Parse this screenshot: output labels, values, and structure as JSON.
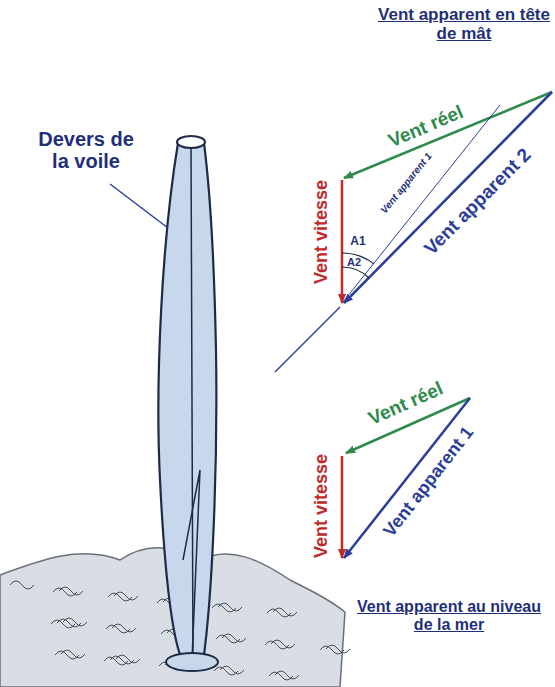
{
  "diagram": {
    "labels": [
      "Vent apparent en tête de mât",
      "Devers de la voile",
      "Vent vitesse",
      "Vent réel",
      "Vent apparent 1",
      "A1",
      "A2",
      "Vent apparent 2",
      "Vent vitesse",
      "Vent réel",
      "Vent apparent 1",
      "Vent apparent au niveau de la mer"
    ]
  }
}
